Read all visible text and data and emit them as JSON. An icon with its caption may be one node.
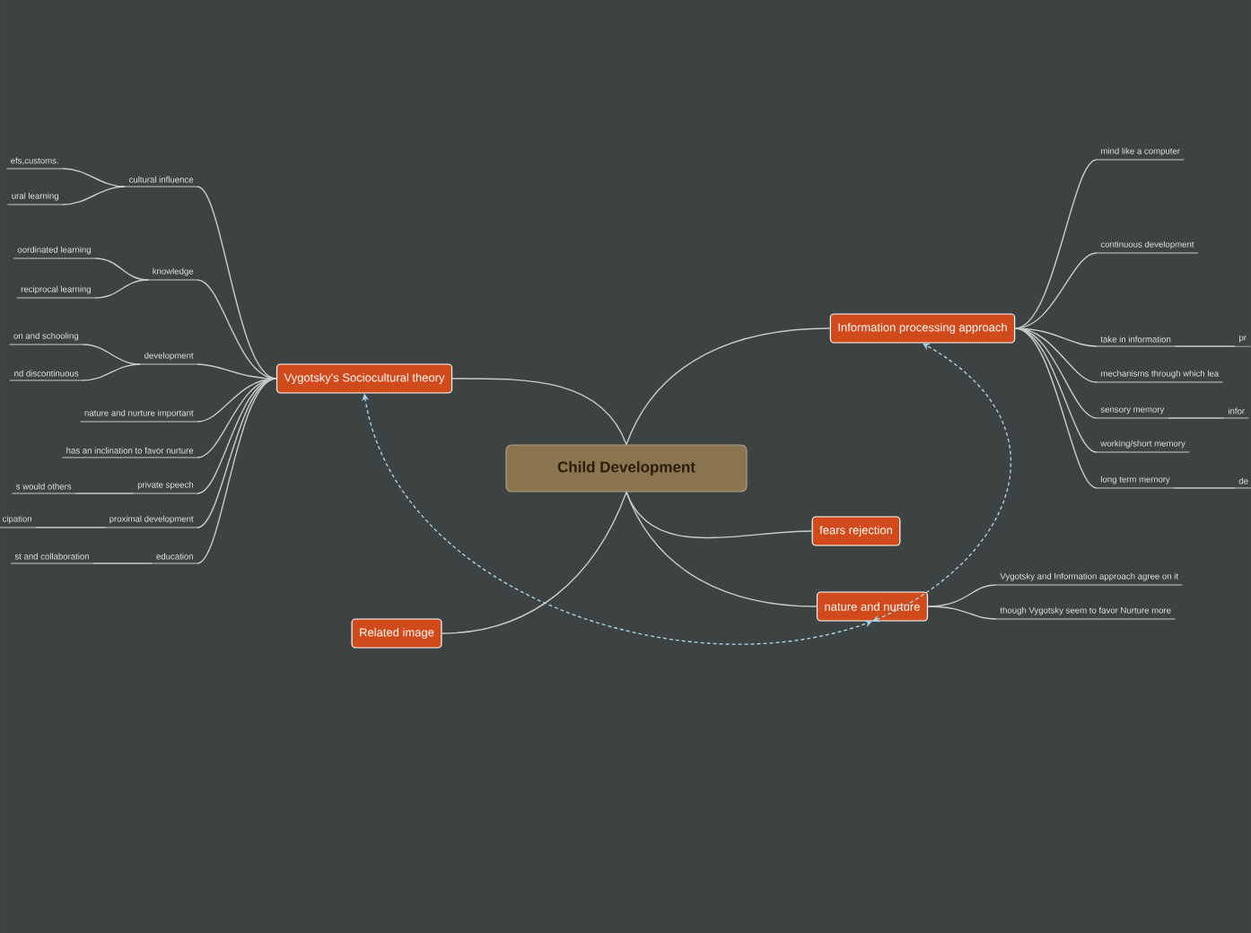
{
  "diagram": {
    "nodes": [
      {
        "text": [
          "Child Development"
        ]
      },
      {
        "text": [
          "Vygotsky's Sociocultural theory"
        ]
      },
      {
        "text": [
          "Information processing approach"
        ]
      },
      {
        "text": [
          "fears rejection"
        ]
      },
      {
        "text": [
          "nature and nurture"
        ]
      },
      {
        "text": [
          "Related image"
        ]
      },
      {
        "text": [
          "cultural influence"
        ]
      },
      {
        "text": [
          "knowledge"
        ]
      },
      {
        "text": [
          "development"
        ]
      },
      {
        "text": [
          "nature and nurture important"
        ]
      },
      {
        "text": [
          "has an inclination to favor nurture"
        ]
      },
      {
        "text": [
          "private speech"
        ]
      },
      {
        "text": [
          "proximal development"
        ]
      },
      {
        "text": [
          "education"
        ]
      },
      {
        "text": [
          "efs,customs."
        ]
      },
      {
        "text": [
          "ural learning"
        ]
      },
      {
        "text": [
          "oordinated learning"
        ]
      },
      {
        "text": [
          "reciprocal learning"
        ]
      },
      {
        "text": [
          "on and schooling"
        ]
      },
      {
        "text": [
          "nd discontinuous"
        ]
      },
      {
        "text": [
          "s would others"
        ]
      },
      {
        "text": [
          "cipation"
        ]
      },
      {
        "text": [
          "st and collaboration"
        ]
      },
      {
        "text": [
          "mind like a computer"
        ]
      },
      {
        "text": [
          "continuous development"
        ]
      },
      {
        "text": [
          "take in information"
        ]
      },
      {
        "text": [
          "mechanisms through which lea"
        ]
      },
      {
        "text": [
          "sensory memory"
        ]
      },
      {
        "text": [
          "working/short memory"
        ]
      },
      {
        "text": [
          "long term memory"
        ]
      },
      {
        "text": [
          "pr"
        ]
      },
      {
        "text": [
          "infor"
        ]
      },
      {
        "text": [
          "de"
        ]
      },
      {
        "text": [
          "Vygotsky and Information approach agree on it"
        ]
      },
      {
        "text": [
          "though Vygotsky seem to favor Nurture more"
        ]
      }
    ],
    "edges": [
      {
        "from": 0,
        "to": 1,
        "arrow": "none"
      },
      {
        "from": 0,
        "to": 2,
        "arrow": "none"
      },
      {
        "from": 0,
        "to": 3,
        "arrow": "none"
      },
      {
        "from": 0,
        "to": 4,
        "arrow": "none"
      },
      {
        "from": 0,
        "to": 5,
        "arrow": "none"
      },
      {
        "from": 1,
        "to": 6,
        "arrow": "none"
      },
      {
        "from": 1,
        "to": 7,
        "arrow": "none"
      },
      {
        "from": 1,
        "to": 8,
        "arrow": "none"
      },
      {
        "from": 1,
        "to": 9,
        "arrow": "none"
      },
      {
        "from": 1,
        "to": 10,
        "arrow": "none"
      },
      {
        "from": 1,
        "to": 11,
        "arrow": "none"
      },
      {
        "from": 1,
        "to": 12,
        "arrow": "none"
      },
      {
        "from": 1,
        "to": 13,
        "arrow": "none"
      },
      {
        "from": 6,
        "to": 14,
        "arrow": "none"
      },
      {
        "from": 6,
        "to": 15,
        "arrow": "none"
      },
      {
        "from": 7,
        "to": 16,
        "arrow": "none"
      },
      {
        "from": 7,
        "to": 17,
        "arrow": "none"
      },
      {
        "from": 8,
        "to": 18,
        "arrow": "none"
      },
      {
        "from": 8,
        "to": 19,
        "arrow": "none"
      },
      {
        "from": 11,
        "to": 20,
        "arrow": "none"
      },
      {
        "from": 12,
        "to": 21,
        "arrow": "none"
      },
      {
        "from": 13,
        "to": 22,
        "arrow": "none"
      },
      {
        "from": 2,
        "to": 23,
        "arrow": "none"
      },
      {
        "from": 2,
        "to": 24,
        "arrow": "none"
      },
      {
        "from": 2,
        "to": 25,
        "arrow": "none"
      },
      {
        "from": 2,
        "to": 26,
        "arrow": "none"
      },
      {
        "from": 2,
        "to": 27,
        "arrow": "none"
      },
      {
        "from": 2,
        "to": 28,
        "arrow": "none"
      },
      {
        "from": 2,
        "to": 29,
        "arrow": "none"
      },
      {
        "from": 25,
        "to": 30,
        "arrow": "none"
      },
      {
        "from": 27,
        "to": 31,
        "arrow": "none"
      },
      {
        "from": 29,
        "to": 32,
        "arrow": "none"
      },
      {
        "from": 4,
        "to": 33,
        "arrow": "none"
      },
      {
        "from": 4,
        "to": 34,
        "arrow": "none"
      },
      {
        "from": 1,
        "to": 4,
        "arrow": "both",
        "style": "dashed",
        "color": "#a9d3e6"
      },
      {
        "from": 4,
        "to": 2,
        "arrow": "both",
        "style": "dashed",
        "color": "#a9d3e6"
      }
    ]
  }
}
